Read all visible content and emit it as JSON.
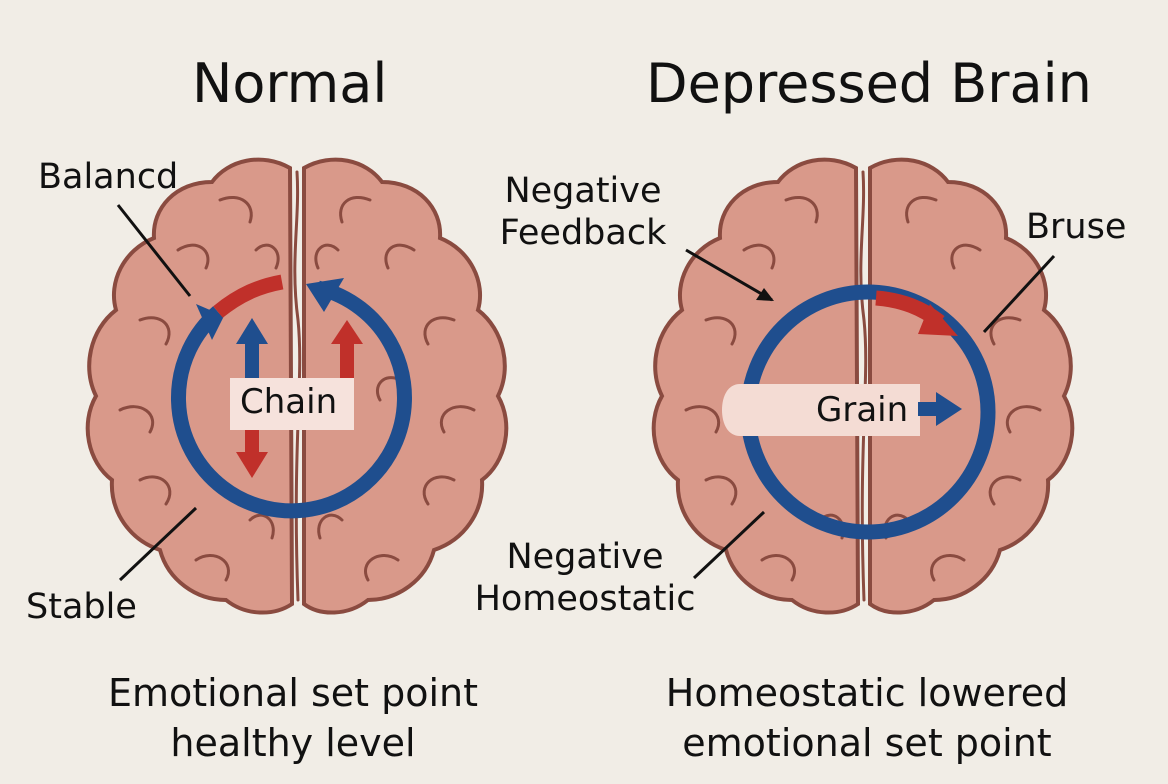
{
  "left": {
    "title": "Normal",
    "label_top": "Balancd",
    "label_bottom": "Stable",
    "center_label": "Chain",
    "caption_line1": "Emotional set point",
    "caption_line2": "healthy level"
  },
  "right": {
    "title": "Depressed Brain",
    "label_top_line1": "Negative",
    "label_top_line2": "Feedback",
    "label_right": "Bruse",
    "center_label": "Grain",
    "label_bottom_line1": "Negative",
    "label_bottom_line2": "Homeostatic",
    "caption_line1": "Homeostatic lowered",
    "caption_line2": "emotional set point"
  },
  "colors": {
    "background": "#f1ede6",
    "brain_fill": "#d9998a",
    "brain_outline": "#8a4b40",
    "cycle_blue": "#1f4e8e",
    "arrow_red": "#c0302a"
  }
}
